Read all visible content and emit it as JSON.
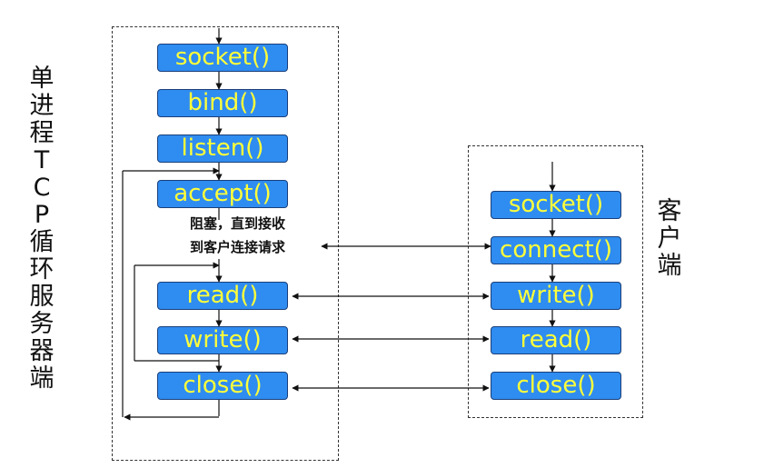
{
  "server": {
    "title": "单进程TCP循环服务器端",
    "steps": [
      "socket()",
      "bind()",
      "listen()",
      "accept()",
      "read()",
      "write()",
      "close()"
    ],
    "note_line1": "阻塞，直到接收",
    "note_line2": "到客户连接请求"
  },
  "client": {
    "title": "客户端",
    "steps": [
      "socket()",
      "connect()",
      "write()",
      "read()",
      "close()"
    ]
  },
  "colors": {
    "box_fill": "#2f8cf0",
    "box_text": "#ffff3a",
    "box_border": "#1a3f7a",
    "line": "#111111"
  }
}
